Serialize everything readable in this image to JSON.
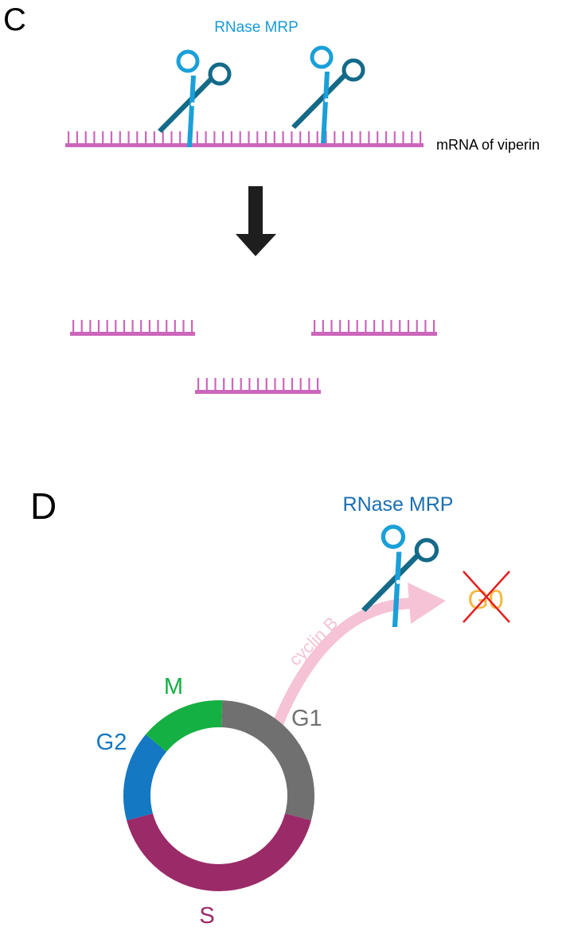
{
  "colors": {
    "rna": "#cc66bb",
    "scissor_light": "#1aa0d8",
    "scissor_dark": "#146a88",
    "arrow": "#1e1e1e",
    "cyclin_arrow": "#f5c3d5",
    "cross": "#e32020",
    "g0_text": "#f5b840",
    "phase_g1": "#707070",
    "phase_s": "#9b2a68",
    "phase_g2": "#1478c3",
    "phase_m": "#15b043",
    "label_rnase_c": "#1a9bd6",
    "label_rnase_d": "#1a6fb4"
  },
  "panel_c": {
    "letter": "C",
    "enzyme_label": "RNase MRP",
    "mrna_label": "mRNA of viperin"
  },
  "panel_d": {
    "letter": "D",
    "enzyme_label": "RNase MRP",
    "cyclin_label": "cyclin B",
    "g0_label": "G0",
    "phase_labels": {
      "g1": "G1",
      "s": "S",
      "g2": "G2",
      "m": "M"
    }
  },
  "icons": [
    "scissors-icon",
    "down-arrow-icon",
    "cross-icon"
  ]
}
